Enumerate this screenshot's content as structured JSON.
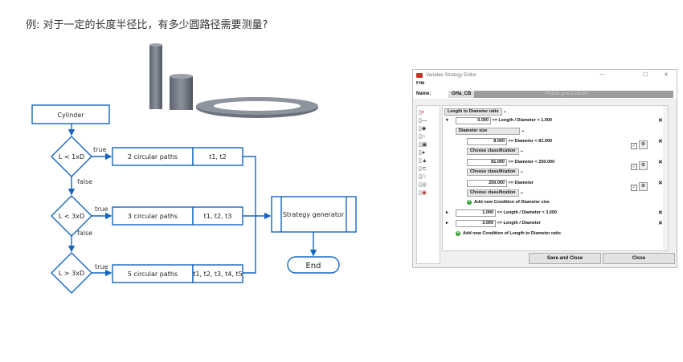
{
  "title": "例: 对于一定的长度半径比，有多少圆路径需要测量?",
  "flowchart": {
    "start": "Cylinder",
    "conditions": [
      "L < 1xD",
      "L < 3xD",
      "L > 3xD"
    ],
    "true_label": "true",
    "false_label": "false",
    "paths": [
      {
        "name": "2 circular paths",
        "t": "t1, t2"
      },
      {
        "name": "3 circular paths",
        "t": "t1, t2, t3"
      },
      {
        "name": "5 circular paths",
        "t": "t1, t2, t3, t4, t5"
      }
    ],
    "generator": "Strategy generator",
    "end": "End"
  },
  "editor": {
    "window_title": "Variable Strategy Editor",
    "menu": "File",
    "name_label": "Name:",
    "name_value": "GHa_CB",
    "name_placeholder": "Please give a name",
    "root_select": "Length to Diameter ratio",
    "rows": [
      {
        "val": "0.000",
        "text": "<= Length / Diameter < 1.000"
      },
      {
        "val": "8.000",
        "text": "<= Diameter < 81.000"
      },
      {
        "val": "81.000",
        "text": "<= Diameter < 250.000"
      },
      {
        "val": "250.000",
        "text": "<= Diameter"
      },
      {
        "val": "1.000",
        "text": "<= Length / Diameter < 3.000"
      },
      {
        "val": "3.000",
        "text": "<= Length / Diameter"
      }
    ],
    "diameter_select": "Diameter size",
    "classification": "Choose classification",
    "add_diameter": "Add new Condition of Diameter size",
    "add_ld": "Add new Condition of Length to Diameter ratio",
    "save_close": "Save and Close",
    "close": "Close"
  }
}
